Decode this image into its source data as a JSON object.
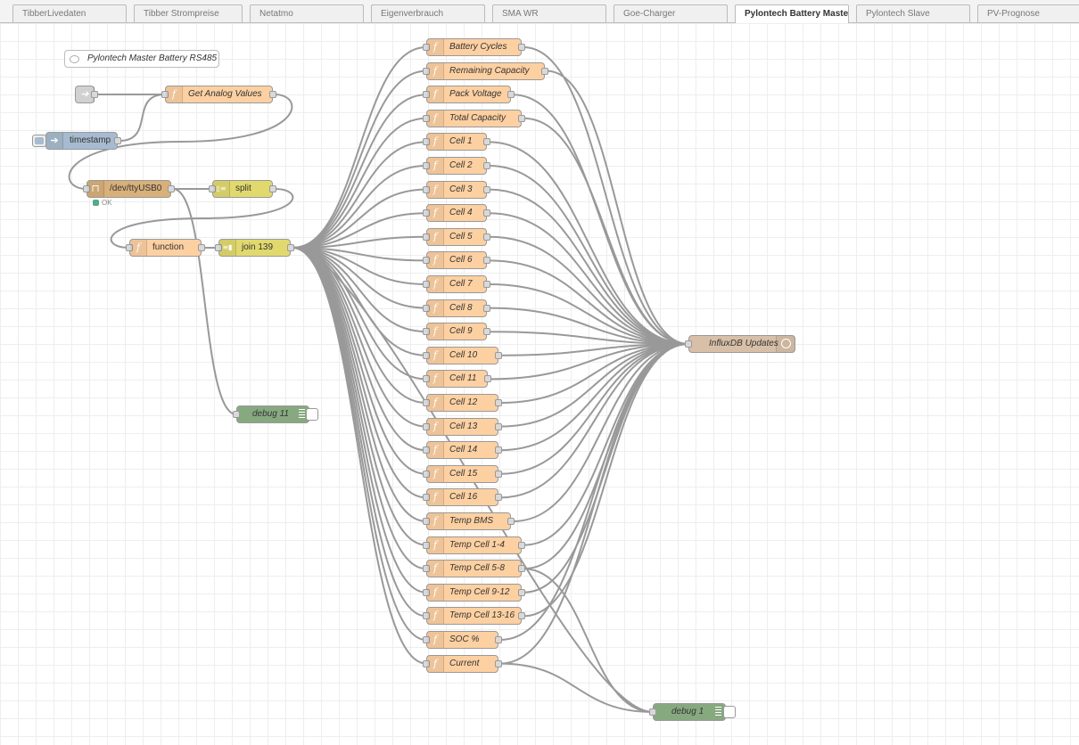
{
  "tabs": [
    {
      "label": "TibberLivedaten",
      "active": false
    },
    {
      "label": "Tibber Strompreise",
      "active": false
    },
    {
      "label": "Netatmo",
      "active": false
    },
    {
      "label": "Eigenverbrauch",
      "active": false
    },
    {
      "label": "SMA WR",
      "active": false
    },
    {
      "label": "Goe-Charger",
      "active": false
    },
    {
      "label": "Pylontech Battery Master",
      "active": true
    },
    {
      "label": "Pylontech Slave",
      "active": false
    },
    {
      "label": "PV-Prognose",
      "active": false
    }
  ],
  "flow": {
    "comment": "Pylontech Master Battery RS485",
    "inject_timestamp": "timestamp",
    "get_analog": "Get Analog Values",
    "serial_port": "/dev/ttyUSB0",
    "serial_status": "OK",
    "split": "split",
    "function": "function",
    "join": "join 139",
    "debug_11": "debug 11",
    "debug_1": "debug 1",
    "influx": "InfluxDB Updates",
    "function_nodes": [
      "Battery Cycles",
      "Remaining Capacity",
      "Pack Voltage",
      "Total Capacity",
      "Cell 1",
      "Cell 2",
      "Cell 3",
      "Cell 4",
      "Cell 5",
      "Cell 6",
      "Cell 7",
      "Cell 8",
      "Cell 9",
      "Cell 10",
      "Cell 11",
      "Cell 12",
      "Cell 13",
      "Cell 14",
      "Cell 15",
      "Cell 16",
      "Temp BMS",
      "Temp Cell 1-4",
      "Temp Cell 5-8",
      "Temp Cell 9-12",
      "Temp Cell 13-16",
      "SOC %",
      "Current"
    ]
  },
  "colors": {
    "function": "#fdd0a2",
    "inject": "#a6bbcf",
    "serial": "#d8b07a",
    "split_join": "#e2d96e",
    "debug": "#87a980",
    "influx": "#d8c0a8",
    "wire": "#999999"
  }
}
